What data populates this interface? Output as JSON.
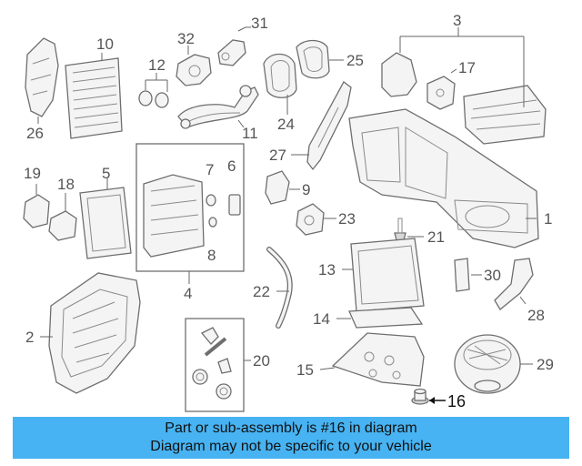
{
  "callouts": {
    "c1": "1",
    "c2": "2",
    "c3": "3",
    "c4": "4",
    "c5": "5",
    "c6": "6",
    "c7": "7",
    "c8": "8",
    "c9": "9",
    "c10": "10",
    "c11": "11",
    "c12": "12",
    "c13": "13",
    "c14": "14",
    "c15": "15",
    "c16": "16",
    "c17": "17",
    "c18": "18",
    "c19": "19",
    "c20": "20",
    "c21": "21",
    "c22": "22",
    "c23": "23",
    "c24": "24",
    "c25": "25",
    "c26": "26",
    "c27": "27",
    "c28": "28",
    "c29": "29",
    "c30": "30",
    "c31": "31",
    "c32": "32"
  },
  "highlighted_part": "16",
  "colors": {
    "banner": "#47b3f2",
    "line": "#6e6e6e",
    "callout_text": "#555555"
  },
  "banner": {
    "line1": "Part or sub-assembly is #16 in diagram",
    "line2": "Diagram may not be specific to your vehicle"
  }
}
